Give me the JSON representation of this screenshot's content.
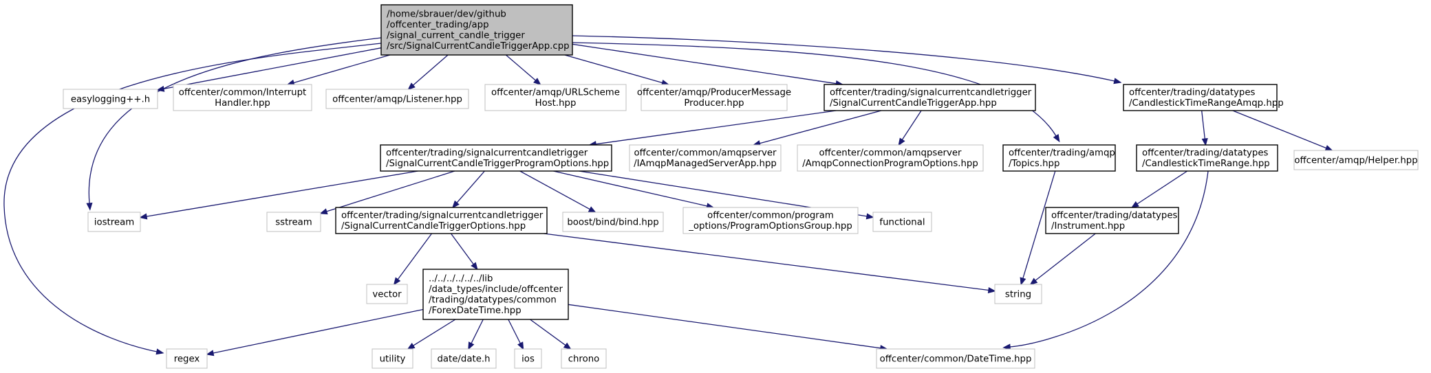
{
  "colors": {
    "edge": "#191970",
    "root_fill": "#bfbfbf",
    "documented_border": "#000000",
    "external_border": "#bfbfbf",
    "node_fill": "#ffffff"
  },
  "nodes": [
    {
      "id": "root",
      "kind": "root",
      "lines": [
        "/home/sbrauer/dev/github",
        "/offcenter_trading/app",
        "/signal_current_candle_trigger",
        "/src/SignalCurrentCandleTriggerApp.cpp"
      ]
    },
    {
      "id": "easylogging",
      "kind": "external",
      "lines": [
        "easylogging++.h"
      ]
    },
    {
      "id": "interrupt",
      "kind": "external",
      "lines": [
        "offcenter/common/Interrupt",
        "Handler.hpp"
      ]
    },
    {
      "id": "listener",
      "kind": "external",
      "lines": [
        "offcenter/amqp/Listener.hpp"
      ]
    },
    {
      "id": "urlscheme",
      "kind": "external",
      "lines": [
        "offcenter/amqp/URLScheme",
        "Host.hpp"
      ]
    },
    {
      "id": "producer",
      "kind": "external",
      "lines": [
        "offcenter/amqp/ProducerMessage",
        "Producer.hpp"
      ]
    },
    {
      "id": "sctapp",
      "kind": "documented",
      "lines": [
        "offcenter/trading/signalcurrentcandletrigger",
        "/SignalCurrentCandleTriggerApp.hpp"
      ]
    },
    {
      "id": "ctramqp",
      "kind": "documented",
      "lines": [
        "offcenter/trading/datatypes",
        "/CandlestickTimeRangeAmqp.hpp"
      ]
    },
    {
      "id": "progopts",
      "kind": "documented",
      "lines": [
        "offcenter/trading/signalcurrentcandletrigger",
        "/SignalCurrentCandleTriggerProgramOptions.hpp"
      ]
    },
    {
      "id": "iamqp",
      "kind": "external",
      "lines": [
        "offcenter/common/amqpserver",
        "/IAmqpManagedServerApp.hpp"
      ]
    },
    {
      "id": "amqpconn",
      "kind": "external",
      "lines": [
        "offcenter/common/amqpserver",
        "/AmqpConnectionProgramOptions.hpp"
      ]
    },
    {
      "id": "topics",
      "kind": "documented",
      "lines": [
        "offcenter/trading/amqp",
        "/Topics.hpp"
      ]
    },
    {
      "id": "ctr",
      "kind": "documented",
      "lines": [
        "offcenter/trading/datatypes",
        "/CandlestickTimeRange.hpp"
      ]
    },
    {
      "id": "helper",
      "kind": "external",
      "lines": [
        "offcenter/amqp/Helper.hpp"
      ]
    },
    {
      "id": "iostream",
      "kind": "external",
      "lines": [
        "iostream"
      ]
    },
    {
      "id": "sstream",
      "kind": "external",
      "lines": [
        "sstream"
      ]
    },
    {
      "id": "options",
      "kind": "documented",
      "lines": [
        "offcenter/trading/signalcurrentcandletrigger",
        "/SignalCurrentCandleTriggerOptions.hpp"
      ]
    },
    {
      "id": "boostbind",
      "kind": "external",
      "lines": [
        "boost/bind/bind.hpp"
      ]
    },
    {
      "id": "progoptgroup",
      "kind": "external",
      "lines": [
        "offcenter/common/program",
        "_options/ProgramOptionsGroup.hpp"
      ]
    },
    {
      "id": "functional",
      "kind": "external",
      "lines": [
        "functional"
      ]
    },
    {
      "id": "instrument",
      "kind": "documented",
      "lines": [
        "offcenter/trading/datatypes",
        "/Instrument.hpp"
      ]
    },
    {
      "id": "vector",
      "kind": "external",
      "lines": [
        "vector"
      ]
    },
    {
      "id": "forex",
      "kind": "documented",
      "lines": [
        "../../../../../../lib",
        "/data_types/include/offcenter",
        "/trading/datatypes/common",
        "/ForexDateTime.hpp"
      ]
    },
    {
      "id": "string",
      "kind": "external",
      "lines": [
        "string"
      ]
    },
    {
      "id": "regex",
      "kind": "external",
      "lines": [
        "regex"
      ]
    },
    {
      "id": "utility",
      "kind": "external",
      "lines": [
        "utility"
      ]
    },
    {
      "id": "datedate",
      "kind": "external",
      "lines": [
        "date/date.h"
      ]
    },
    {
      "id": "ios",
      "kind": "external",
      "lines": [
        "ios"
      ]
    },
    {
      "id": "chrono",
      "kind": "external",
      "lines": [
        "chrono"
      ]
    },
    {
      "id": "datetime",
      "kind": "external",
      "lines": [
        "offcenter/common/DateTime.hpp"
      ]
    }
  ],
  "edges": [
    [
      "root",
      "easylogging"
    ],
    [
      "root",
      "interrupt"
    ],
    [
      "root",
      "listener"
    ],
    [
      "root",
      "urlscheme"
    ],
    [
      "root",
      "producer"
    ],
    [
      "root",
      "sctapp"
    ],
    [
      "root",
      "ctramqp"
    ],
    [
      "root",
      "topics"
    ],
    [
      "root",
      "iostream"
    ],
    [
      "root",
      "regex"
    ],
    [
      "sctapp",
      "progopts"
    ],
    [
      "sctapp",
      "iamqp"
    ],
    [
      "sctapp",
      "amqpconn"
    ],
    [
      "ctramqp",
      "ctr"
    ],
    [
      "ctramqp",
      "helper"
    ],
    [
      "progopts",
      "iostream"
    ],
    [
      "progopts",
      "sstream"
    ],
    [
      "progopts",
      "options"
    ],
    [
      "progopts",
      "boostbind"
    ],
    [
      "progopts",
      "progoptgroup"
    ],
    [
      "progopts",
      "functional"
    ],
    [
      "topics",
      "string"
    ],
    [
      "ctr",
      "instrument"
    ],
    [
      "ctr",
      "datetime"
    ],
    [
      "instrument",
      "string"
    ],
    [
      "options",
      "vector"
    ],
    [
      "options",
      "forex"
    ],
    [
      "options",
      "string"
    ],
    [
      "forex",
      "regex"
    ],
    [
      "forex",
      "utility"
    ],
    [
      "forex",
      "datedate"
    ],
    [
      "forex",
      "ios"
    ],
    [
      "forex",
      "chrono"
    ],
    [
      "forex",
      "datetime"
    ]
  ]
}
